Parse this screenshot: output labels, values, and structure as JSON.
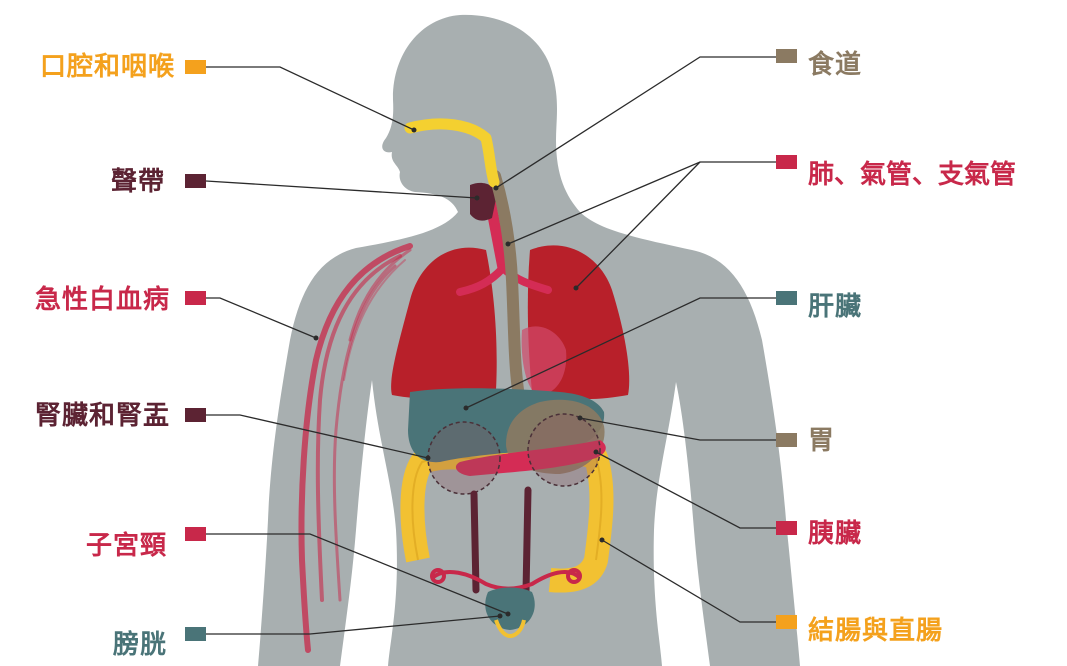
{
  "labels": {
    "mouth_throat": "口腔和咽喉",
    "larynx": "聲帶",
    "leukemia": "急性白血病",
    "kidney": "腎臟和腎盂",
    "cervix": "子宮頸",
    "bladder": "膀胱",
    "esophagus": "食道",
    "lung": "肺、氣管、支氣管",
    "liver": "肝臟",
    "stomach": "胃",
    "pancreas": "胰臟",
    "colorectal": "結腸與直腸"
  },
  "colors": {
    "orange": "#f4a11d",
    "maroon": "#5c2333",
    "red": "#c8284a",
    "taupe": "#8b7a62",
    "teal": "#4a7478",
    "body": "#a8afb0",
    "lung": "#b8202a",
    "bowel": "#f2c132",
    "airway": "#d42c55",
    "line": "#2b2b2b"
  }
}
